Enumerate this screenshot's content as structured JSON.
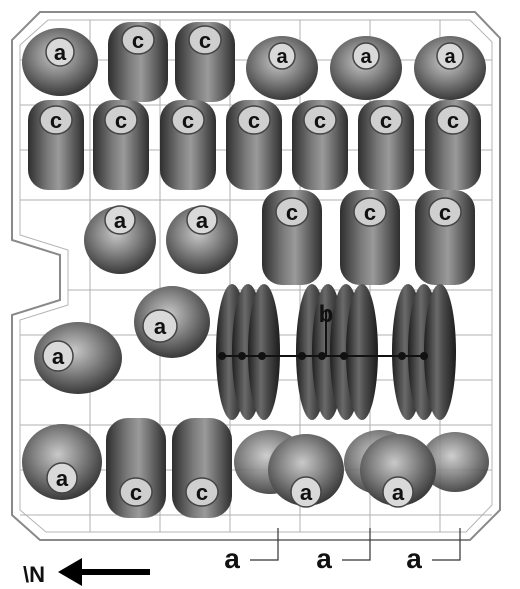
{
  "diagram": {
    "labels": {
      "cup": "a",
      "glass": "c",
      "plate": "b"
    },
    "callouts": [
      "a",
      "a",
      "a"
    ],
    "direction_mark": "\\N",
    "arrow": "arrow-left-icon"
  },
  "colors": {
    "rack_wire": "#7c7c7c",
    "item_dark": "#3a3a3a",
    "item_mid": "#6a6a6a",
    "item_light": "#a8a8a8",
    "label_badge": "#d9d9d9",
    "ink": "#111111"
  }
}
